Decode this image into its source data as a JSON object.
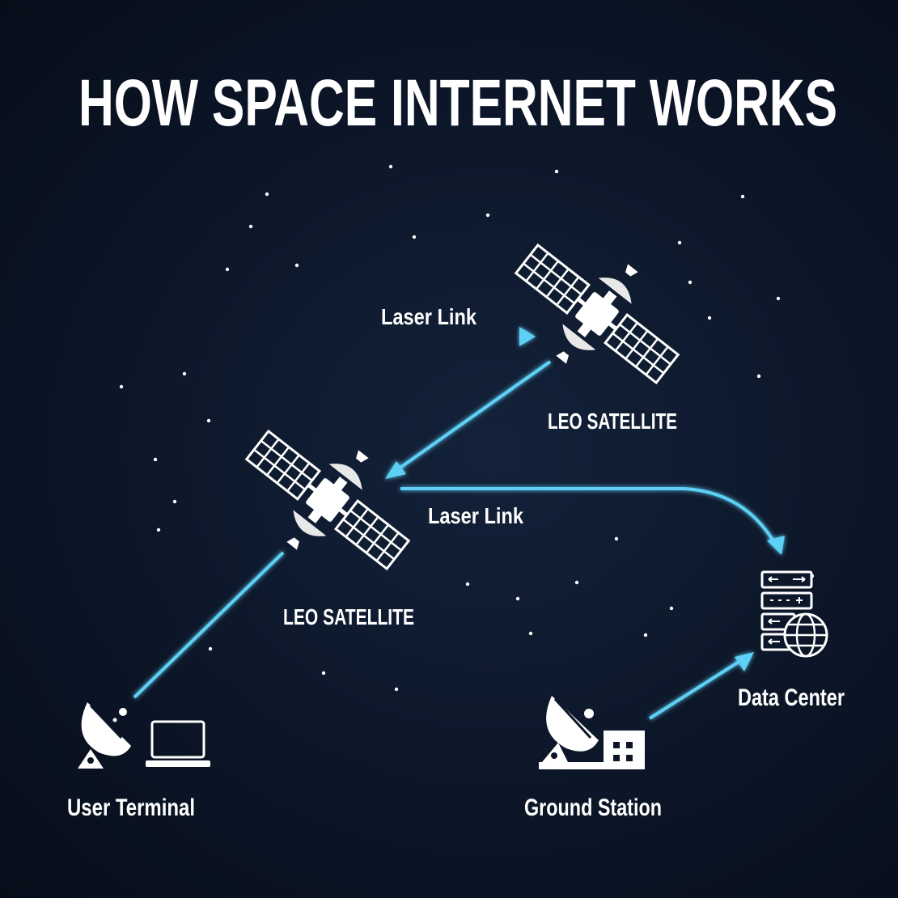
{
  "title": "HOW SPACE INTERNET WORKS",
  "links": {
    "top_laser_label": "Laser Link",
    "middle_laser_label": "Laser Link"
  },
  "nodes": {
    "satellite_top_label": "LEO SATELLITE",
    "satellite_bottom_label": "LEO SATELLITE",
    "user_terminal_label": "User Terminal",
    "ground_station_label": "Ground Station",
    "data_center_label": "Data Center"
  },
  "colors": {
    "background": "#0c1628",
    "link": "#5fd0f5",
    "text": "#ffffff"
  }
}
